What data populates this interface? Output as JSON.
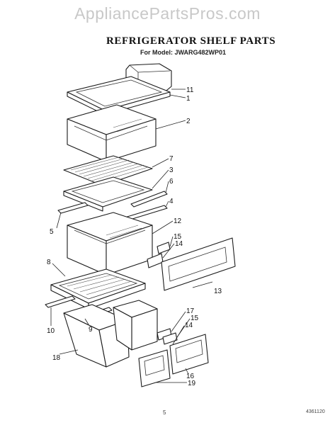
{
  "watermark": "AppliancePartsPros.com",
  "title": "REFRIGERATOR SHELF PARTS",
  "subtitle": "For Model: JWARG482WP01",
  "footer": {
    "page": "5",
    "code": "4361120"
  },
  "callouts": [
    "11",
    "1",
    "2",
    "7",
    "3",
    "6",
    "4",
    "5",
    "12",
    "15",
    "14",
    "8",
    "13",
    "10",
    "9",
    "17",
    "15",
    "14",
    "18",
    "16",
    "19"
  ]
}
